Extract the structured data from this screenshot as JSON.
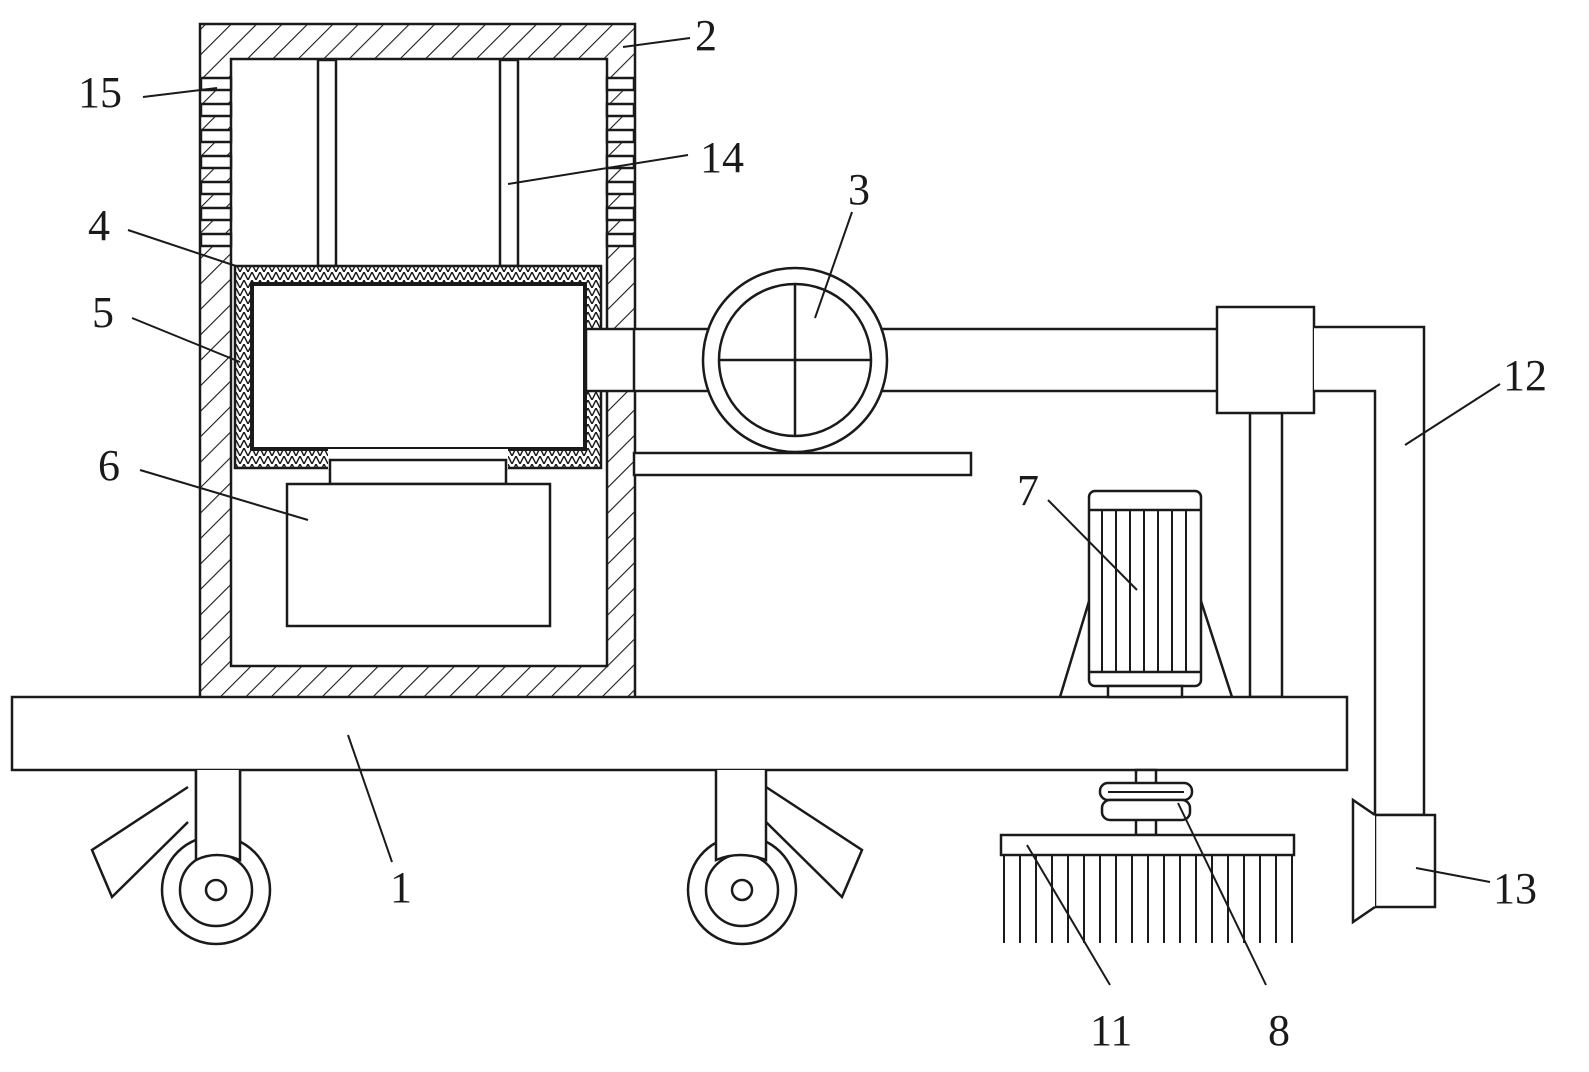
{
  "diagram": {
    "callouts": [
      {
        "id": "c1",
        "label": "1"
      },
      {
        "id": "c2",
        "label": "2"
      },
      {
        "id": "c3",
        "label": "3"
      },
      {
        "id": "c4",
        "label": "4"
      },
      {
        "id": "c5",
        "label": "5"
      },
      {
        "id": "c6",
        "label": "6"
      },
      {
        "id": "c7",
        "label": "7"
      },
      {
        "id": "c8",
        "label": "8"
      },
      {
        "id": "c11",
        "label": "11"
      },
      {
        "id": "c12",
        "label": "12"
      },
      {
        "id": "c13",
        "label": "13"
      },
      {
        "id": "c14",
        "label": "14"
      },
      {
        "id": "c15",
        "label": "15"
      }
    ]
  }
}
